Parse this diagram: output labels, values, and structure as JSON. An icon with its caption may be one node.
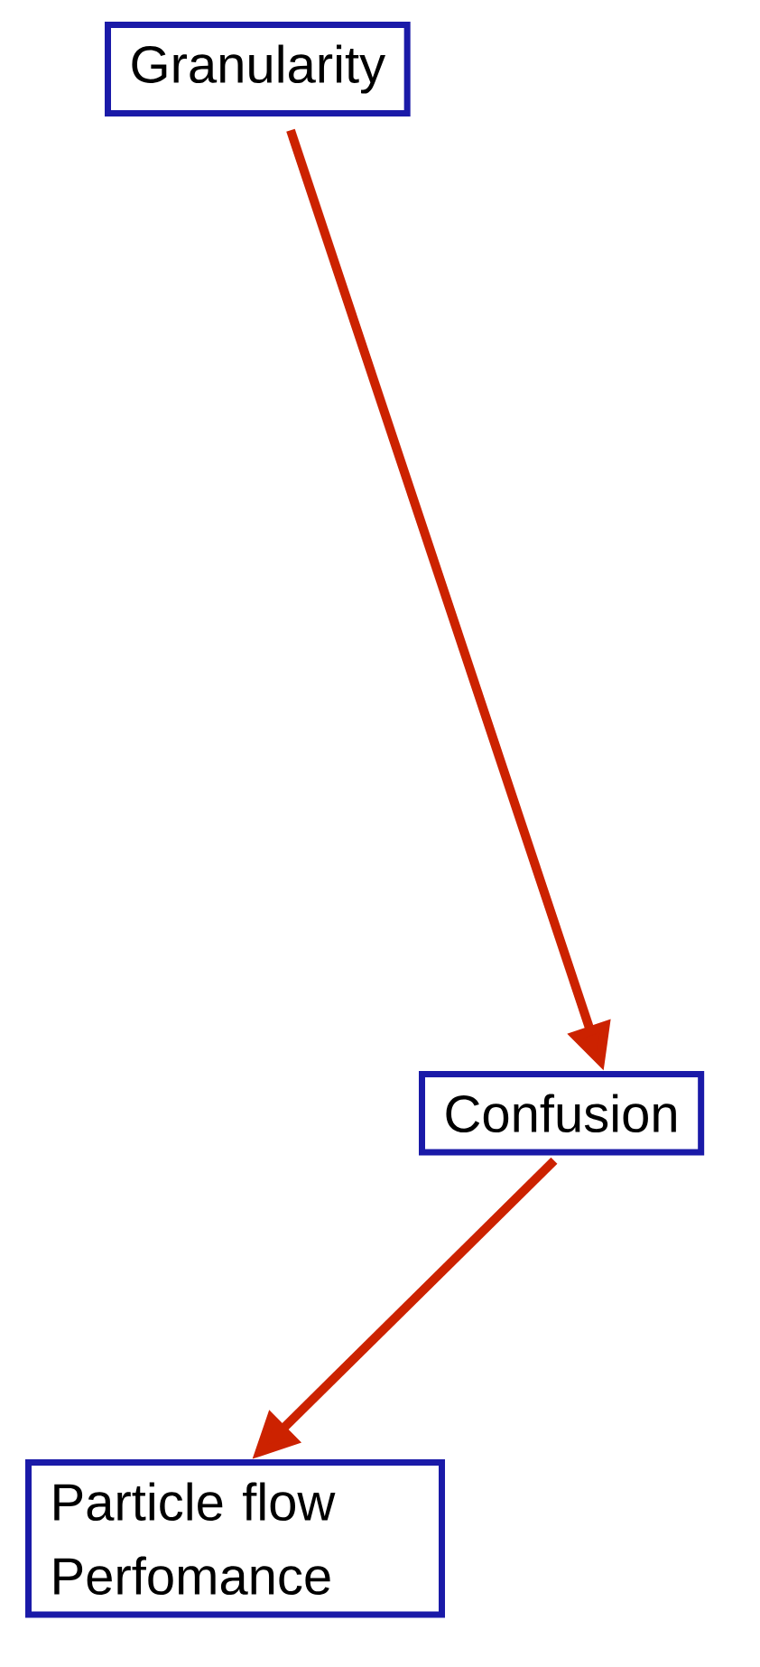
{
  "diagram": {
    "nodes": [
      {
        "text": [
          "Granularity"
        ]
      },
      {
        "text": [
          "Confusion"
        ]
      },
      {
        "text": [
          "Particle flow Perfomance"
        ]
      }
    ],
    "edges": [
      {
        "from": 0,
        "to": 1,
        "arrow": "to"
      },
      {
        "from": 1,
        "to": 2,
        "arrow": "to"
      }
    ]
  }
}
